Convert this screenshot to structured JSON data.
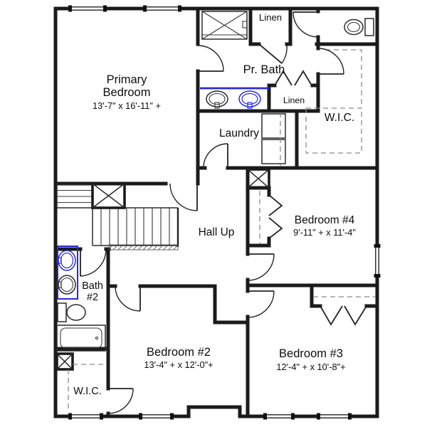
{
  "colors": {
    "wall_color": "#1b1b1b",
    "accent_blue": "#2b2bd6",
    "dash_gray": "#8a8a8a",
    "hatch_gray": "#4a4a4a"
  },
  "plan": {
    "rooms": {
      "primary_bedroom": {
        "name_line1": "Primary",
        "name_line2": "Bedroom",
        "dimensions": "13'-7\" x 16'-11\" +"
      },
      "pr_bath": {
        "name": "Pr. Bath"
      },
      "linen_upper": {
        "name": "Linen"
      },
      "linen_lower": {
        "name": "Linen"
      },
      "wic_primary": {
        "name": "W.I.C."
      },
      "laundry": {
        "name": "Laundry"
      },
      "hall": {
        "name": "Hall Up"
      },
      "bedroom_4": {
        "name": "Bedroom #4",
        "dimensions": "9'-11\" + x 11'-4\""
      },
      "bath_2": {
        "name_line1": "Bath",
        "name_line2": "#2"
      },
      "bedroom_2": {
        "name": "Bedroom #2",
        "dimensions": "13'-4\" + x 12'-0\"+"
      },
      "bedroom_3": {
        "name": "Bedroom #3",
        "dimensions": "12'-4\" + x 10'-8\"+"
      },
      "wic_lower": {
        "name": "W.I.C."
      }
    }
  }
}
